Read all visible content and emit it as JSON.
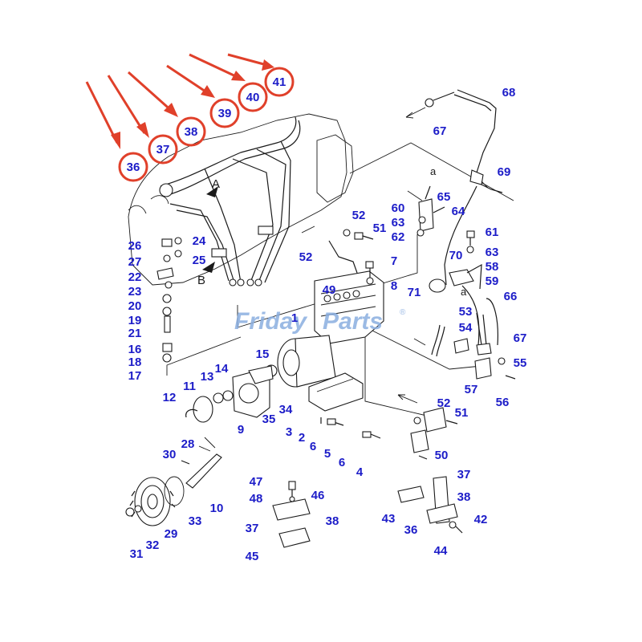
{
  "colors": {
    "label": "#1c1cc8",
    "highlight": "#e0402a",
    "line": "#1a1a1a",
    "watermark": "#8aaee0"
  },
  "watermark": {
    "text1": "Friday",
    "text2": "Parts",
    "mark": "®"
  },
  "letters": {
    "A": "A",
    "B": "B",
    "a1": "a",
    "a2": "a"
  },
  "highlighted_labels": [
    {
      "id": "36",
      "text": "36"
    },
    {
      "id": "37",
      "text": "37"
    },
    {
      "id": "38",
      "text": "38"
    },
    {
      "id": "39",
      "text": "39"
    },
    {
      "id": "40",
      "text": "40"
    },
    {
      "id": "41",
      "text": "41"
    }
  ],
  "labels": [
    {
      "text": "68"
    },
    {
      "text": "67"
    },
    {
      "text": "69"
    },
    {
      "text": "65"
    },
    {
      "text": "60"
    },
    {
      "text": "64"
    },
    {
      "text": "63"
    },
    {
      "text": "62"
    },
    {
      "text": "61"
    },
    {
      "text": "63"
    },
    {
      "text": "52"
    },
    {
      "text": "51"
    },
    {
      "text": "52"
    },
    {
      "text": "7"
    },
    {
      "text": "8"
    },
    {
      "text": "49"
    },
    {
      "text": "70"
    },
    {
      "text": "58"
    },
    {
      "text": "59"
    },
    {
      "text": "71"
    },
    {
      "text": "53"
    },
    {
      "text": "66"
    },
    {
      "text": "54"
    },
    {
      "text": "67"
    },
    {
      "text": "55"
    },
    {
      "text": "57"
    },
    {
      "text": "56"
    },
    {
      "text": "26"
    },
    {
      "text": "24"
    },
    {
      "text": "27"
    },
    {
      "text": "25"
    },
    {
      "text": "22"
    },
    {
      "text": "23"
    },
    {
      "text": "20"
    },
    {
      "text": "19"
    },
    {
      "text": "21"
    },
    {
      "text": "16"
    },
    {
      "text": "18"
    },
    {
      "text": "17"
    },
    {
      "text": "1"
    },
    {
      "text": "15"
    },
    {
      "text": "14"
    },
    {
      "text": "13"
    },
    {
      "text": "11"
    },
    {
      "text": "12"
    },
    {
      "text": "9"
    },
    {
      "text": "34"
    },
    {
      "text": "35"
    },
    {
      "text": "3"
    },
    {
      "text": "2"
    },
    {
      "text": "6"
    },
    {
      "text": "5"
    },
    {
      "text": "6"
    },
    {
      "text": "4"
    },
    {
      "text": "52"
    },
    {
      "text": "51"
    },
    {
      "text": "50"
    },
    {
      "text": "28"
    },
    {
      "text": "30"
    },
    {
      "text": "10"
    },
    {
      "text": "33"
    },
    {
      "text": "29"
    },
    {
      "text": "32"
    },
    {
      "text": "31"
    },
    {
      "text": "47"
    },
    {
      "text": "48"
    },
    {
      "text": "46"
    },
    {
      "text": "37"
    },
    {
      "text": "38"
    },
    {
      "text": "45"
    },
    {
      "text": "37"
    },
    {
      "text": "38"
    },
    {
      "text": "43"
    },
    {
      "text": "36"
    },
    {
      "text": "42"
    },
    {
      "text": "44"
    }
  ]
}
